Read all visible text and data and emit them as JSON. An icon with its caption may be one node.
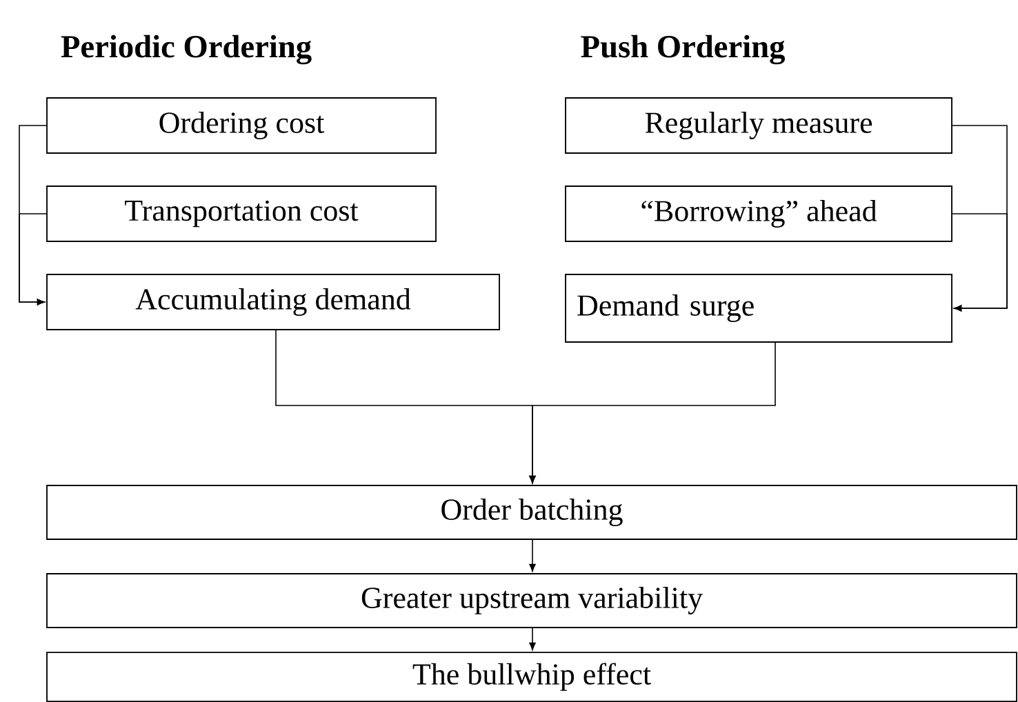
{
  "diagram": {
    "nodes": [
      {
        "text": [
          "Ordering cost"
        ]
      },
      {
        "text": [
          "Transportation cost"
        ]
      },
      {
        "text": [
          "Accumulating demand"
        ]
      },
      {
        "text": [
          "Regularly measure"
        ]
      },
      {
        "text": [
          "“Borrowing” ahead"
        ]
      },
      {
        "text": [
          "Demand surge"
        ]
      },
      {
        "text": [
          "Order batching"
        ]
      },
      {
        "text": [
          "Greater upstream variability"
        ]
      },
      {
        "text": [
          "The bullwhip effect"
        ]
      }
    ],
    "edges": [
      {
        "from": 0,
        "to": 2,
        "arrow": "to"
      },
      {
        "from": 1,
        "to": 2,
        "arrow": "to"
      },
      {
        "from": 3,
        "to": 5,
        "arrow": "to"
      },
      {
        "from": 4,
        "to": 5,
        "arrow": "to"
      },
      {
        "from": 2,
        "to": 6,
        "arrow": "to"
      },
      {
        "from": 5,
        "to": 6,
        "arrow": "to"
      },
      {
        "from": 6,
        "to": 7,
        "arrow": "to"
      },
      {
        "from": 7,
        "to": 8,
        "arrow": "to"
      }
    ],
    "labels": [
      "Periodic Ordering",
      "Push Ordering"
    ]
  }
}
